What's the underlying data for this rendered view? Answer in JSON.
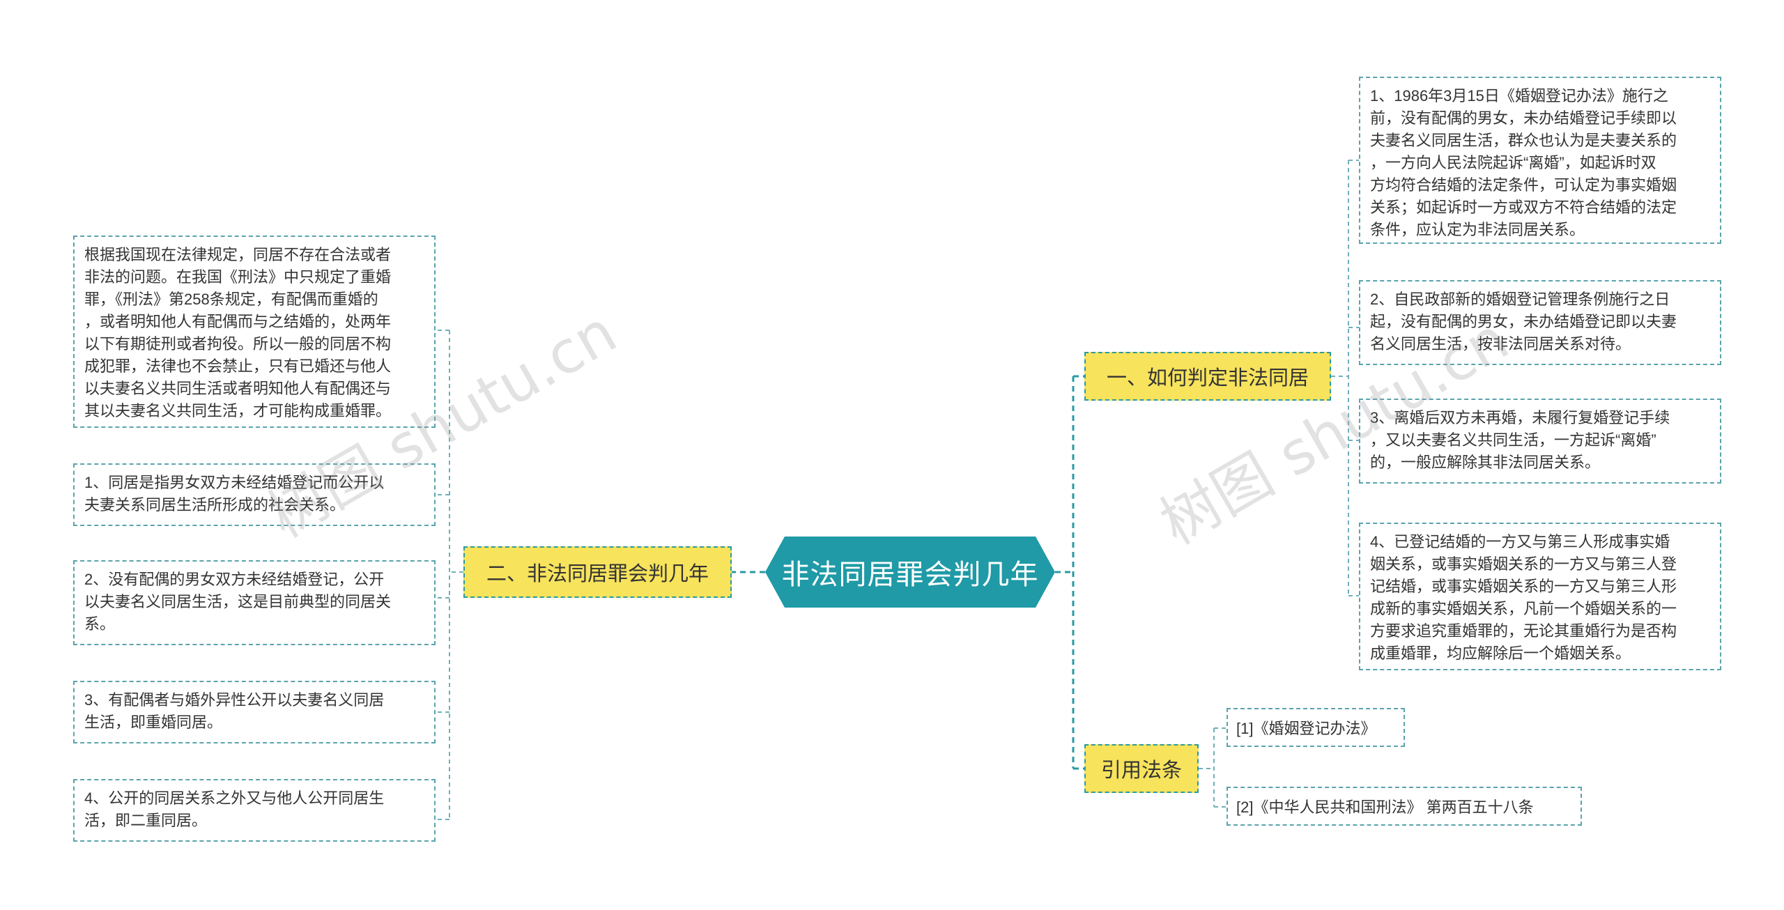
{
  "root": {
    "title": "非法同居罪会判几年"
  },
  "right": {
    "branch1": {
      "label": "一、如何判定非法同居",
      "leaves": [
        {
          "lines": [
            "1、1986年3月15日《婚姻登记办法》施行之",
            "前，没有配偶的男女，未办结婚登记手续即以",
            "夫妻名义同居生活，群众也认为是夫妻关系的",
            "，一方向人民法院起诉“离婚”，如起诉时双",
            "方均符合结婚的法定条件，可认定为事实婚姻",
            "关系；如起诉时一方或双方不符合结婚的法定",
            "条件，应认定为非法同居关系。"
          ]
        },
        {
          "lines": [
            "2、自民政部新的婚姻登记管理条例施行之日",
            "起，没有配偶的男女，未办结婚登记即以夫妻",
            "名义同居生活，按非法同居关系对待。"
          ]
        },
        {
          "lines": [
            "3、离婚后双方未再婚，未履行复婚登记手续",
            "，又以夫妻名义共同生活，一方起诉“离婚”",
            "的，一般应解除其非法同居关系。"
          ]
        },
        {
          "lines": [
            "4、已登记结婚的一方又与第三人形成事实婚",
            "姻关系，或事实婚姻关系的一方又与第三人登",
            "记结婚，或事实婚姻关系的一方又与第三人形",
            "成新的事实婚姻关系，凡前一个婚姻关系的一",
            "方要求追究重婚罪的，无论其重婚行为是否构",
            "成重婚罪，均应解除后一个婚姻关系。"
          ]
        }
      ]
    },
    "branch2": {
      "label": "引用法条",
      "refs": [
        "[1]《婚姻登记办法》",
        "[2]《中华人民共和国刑法》 第两百五十八条"
      ]
    }
  },
  "left": {
    "branch": {
      "label": "二、非法同居罪会判几年",
      "leaves": [
        {
          "lines": [
            "根据我国现在法律规定，同居不存在合法或者",
            "非法的问题。在我国《刑法》中只规定了重婚",
            "罪，《刑法》第258条规定，有配偶而重婚的",
            "，或者明知他人有配偶而与之结婚的，处两年",
            "以下有期徒刑或者拘役。所以一般的同居不构",
            "成犯罪，法律也不会禁止，只有已婚还与他人",
            "以夫妻名义共同生活或者明知他人有配偶还与",
            "其以夫妻名义共同生活，才可能构成重婚罪。"
          ]
        },
        {
          "lines": [
            "1、同居是指男女双方未经结婚登记而公开以",
            "夫妻关系同居生活所形成的社会关系。"
          ]
        },
        {
          "lines": [
            "2、没有配偶的男女双方未经结婚登记，公开",
            "以夫妻名义同居生活，这是目前典型的同居关",
            "系。"
          ]
        },
        {
          "lines": [
            "3、有配偶者与婚外异性公开以夫妻名义同居",
            "生活，即重婚同居。"
          ]
        },
        {
          "lines": [
            "4、公开的同居关系之外又与他人公开同居生",
            "活，即二重同居。"
          ]
        }
      ]
    }
  },
  "watermarks": [
    "树图 shutu.cn",
    "树图 shutu.cn"
  ],
  "colors": {
    "root": "#1f9aa6",
    "branch": "#f7e35c",
    "connector": "#2a9aa3"
  }
}
